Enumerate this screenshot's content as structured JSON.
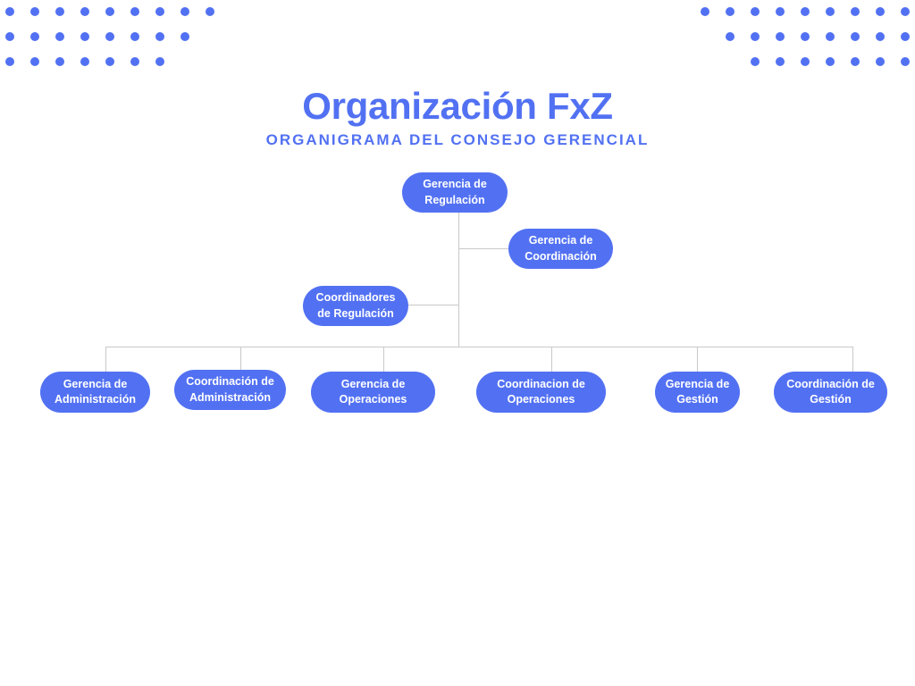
{
  "slide": {
    "title": "Organización FxZ",
    "subtitle": "ORGANIGRAMA DEL CONSEJO GERENCIAL",
    "accent_color": "#5271f2",
    "line_color": "#c9c9c9",
    "background_color": "#ffffff",
    "text_on_node_color": "#ffffff"
  },
  "decoration": {
    "left_dot_rows": [
      9,
      8,
      7
    ],
    "right_dot_rows": [
      9,
      8,
      7
    ],
    "dot_color": "#5271f2"
  },
  "chart_data": {
    "type": "diagram",
    "diagram_type": "organization-chart",
    "title": "Organización FxZ",
    "subtitle": "ORGANIGRAMA DEL CONSEJO GERENCIAL",
    "nodes": [
      {
        "id": "n1",
        "label": "Gerencia de\nRegulación",
        "level": 0,
        "parent": null
      },
      {
        "id": "n2",
        "label": "Gerencia de\nCoordinación",
        "level": 1,
        "parent": "n1"
      },
      {
        "id": "n3",
        "label": "Coordinadores\nde Regulación",
        "level": 2,
        "parent": "n1"
      },
      {
        "id": "n4",
        "label": "Gerencia de\nAdministración",
        "level": 3,
        "parent": "n1"
      },
      {
        "id": "n5",
        "label": "Coordinación de\nAdministración",
        "level": 3,
        "parent": "n1"
      },
      {
        "id": "n6",
        "label": "Gerencia de\nOperaciones",
        "level": 3,
        "parent": "n1"
      },
      {
        "id": "n7",
        "label": "Coordinacion de\nOperaciones",
        "level": 3,
        "parent": "n1"
      },
      {
        "id": "n8",
        "label": "Gerencia de\nGestión",
        "level": 3,
        "parent": "n1"
      },
      {
        "id": "n9",
        "label": "Coordinación de\nGestión",
        "level": 3,
        "parent": "n1"
      }
    ],
    "edges": [
      {
        "from": "n1",
        "to": "n2"
      },
      {
        "from": "n1",
        "to": "n3"
      },
      {
        "from": "n1",
        "to": "n4"
      },
      {
        "from": "n1",
        "to": "n5"
      },
      {
        "from": "n1",
        "to": "n6"
      },
      {
        "from": "n1",
        "to": "n7"
      },
      {
        "from": "n1",
        "to": "n8"
      },
      {
        "from": "n1",
        "to": "n9"
      }
    ]
  }
}
